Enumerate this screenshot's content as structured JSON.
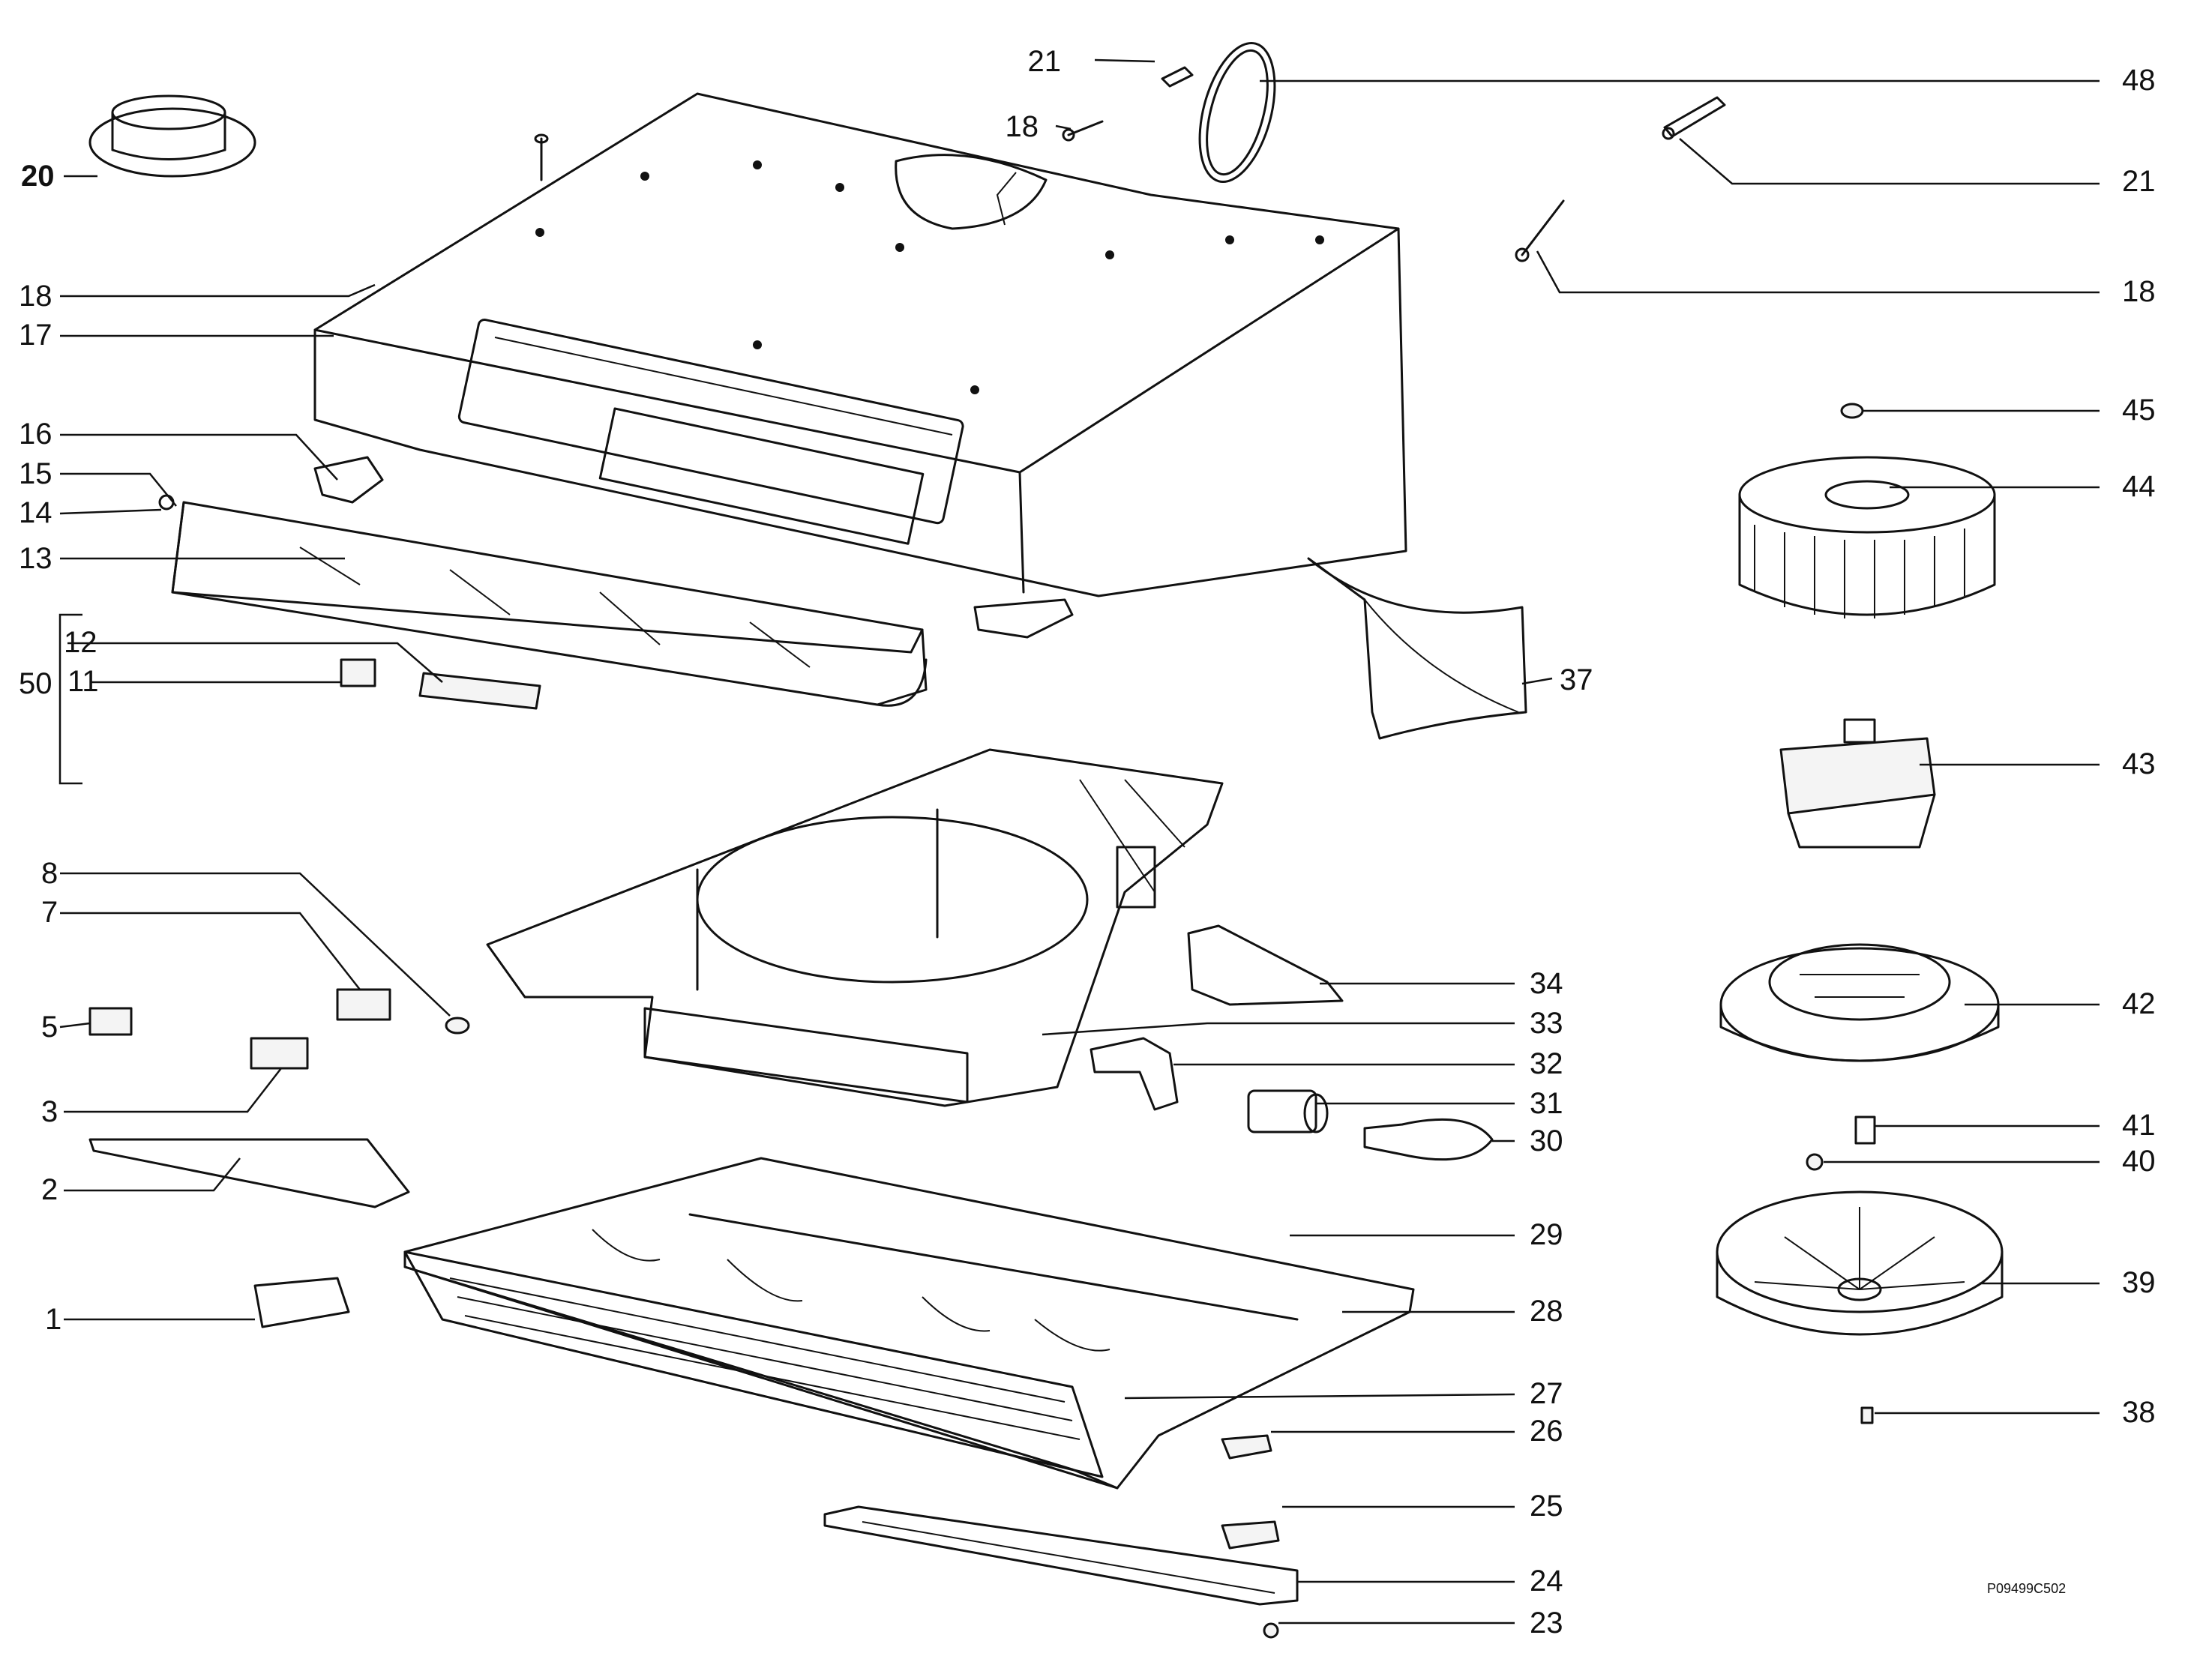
{
  "labels": {
    "l1": "1",
    "l2": "2",
    "l3": "3",
    "l5": "5",
    "l7": "7",
    "l8": "8",
    "l11": "11",
    "l12": "12",
    "l13": "13",
    "l14": "14",
    "l15": "15",
    "l16": "16",
    "l17": "17",
    "l18a": "18",
    "l18b": "18",
    "l18c": "18",
    "l20": "20",
    "l21a": "21",
    "l21b": "21",
    "l23": "23",
    "l24": "24",
    "l25": "25",
    "l26": "26",
    "l27": "27",
    "l28": "28",
    "l29": "29",
    "l30": "30",
    "l31": "31",
    "l32": "32",
    "l33": "33",
    "l34": "34",
    "l37": "37",
    "l38": "38",
    "l39": "39",
    "l40": "40",
    "l41": "41",
    "l42": "42",
    "l43": "43",
    "l44": "44",
    "l45": "45",
    "l48": "48",
    "l50": "50"
  },
  "drawing_code": "P09499C502",
  "colors": {
    "line": "#111111",
    "background": "#ffffff"
  }
}
